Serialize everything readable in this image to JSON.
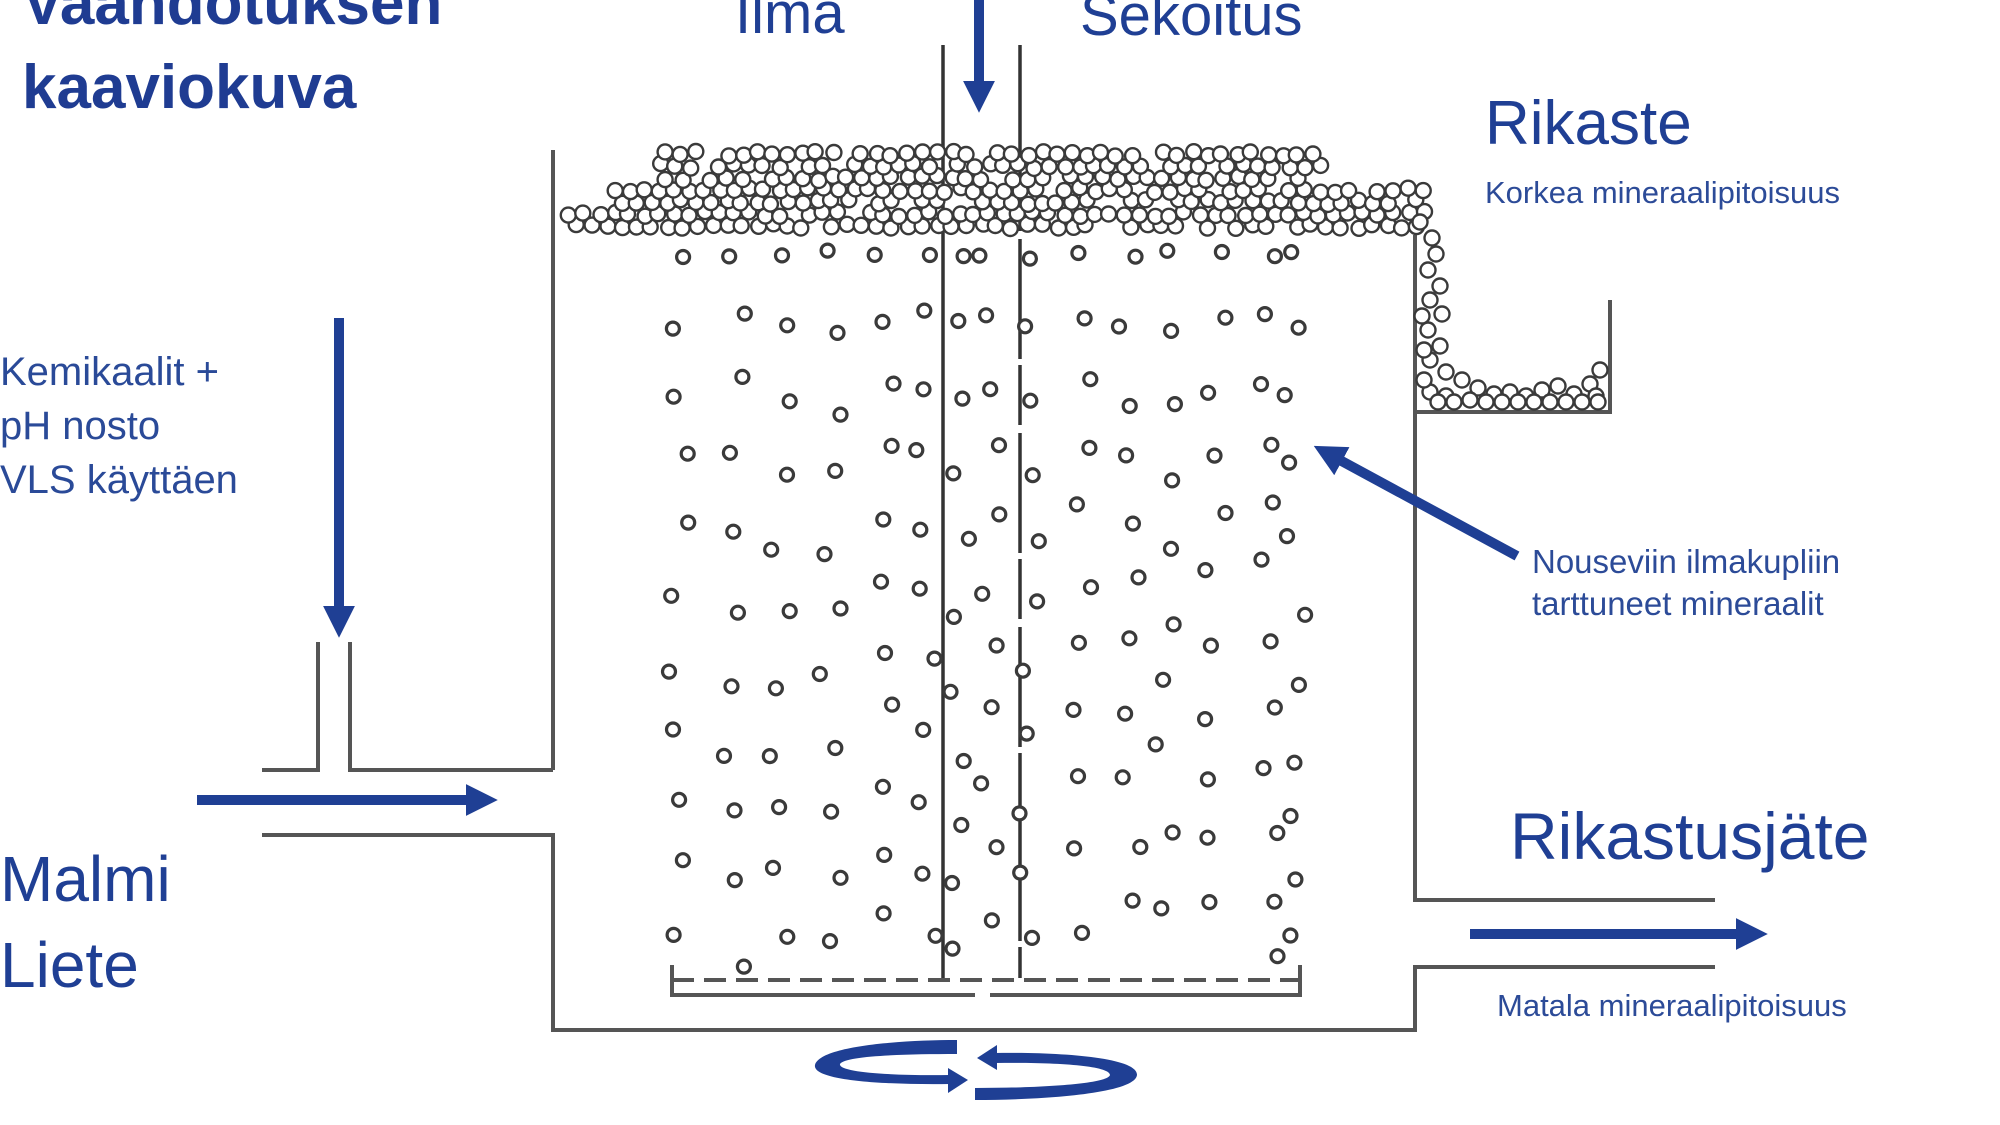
{
  "title": [
    "Vaahdotuksen",
    "kaaviokuva"
  ],
  "labels": {
    "air": "Ilma",
    "mixing": "Sekoitus",
    "concentrate": "Rikaste",
    "concentrate_note": "Korkea mineraalipitoisuus",
    "chemicals": [
      "Kemikaalit +",
      "pH nosto",
      "VLS käyttäen"
    ],
    "attached_minerals": [
      "Nouseviin ilmakupliin",
      "tarttuneet mineraalit"
    ],
    "ore_slurry": [
      "Malmi",
      "Liete"
    ],
    "tailings": "Rikastusjäte",
    "tailings_note": "Matala mineraalipitoisuus"
  },
  "colors": {
    "accent_blue": "#1f3f94",
    "line_gray": "#555555",
    "bubble_dark": "#3a3a3a"
  },
  "flows": [
    {
      "name": "air-inflow",
      "direction": "down"
    },
    {
      "name": "chemicals-inflow",
      "direction": "down"
    },
    {
      "name": "ore-slurry-inflow",
      "direction": "right"
    },
    {
      "name": "tailings-outflow",
      "direction": "right"
    },
    {
      "name": "attached-minerals-pointer",
      "direction": "up-left"
    },
    {
      "name": "impeller-rotation",
      "direction": "circular"
    }
  ]
}
